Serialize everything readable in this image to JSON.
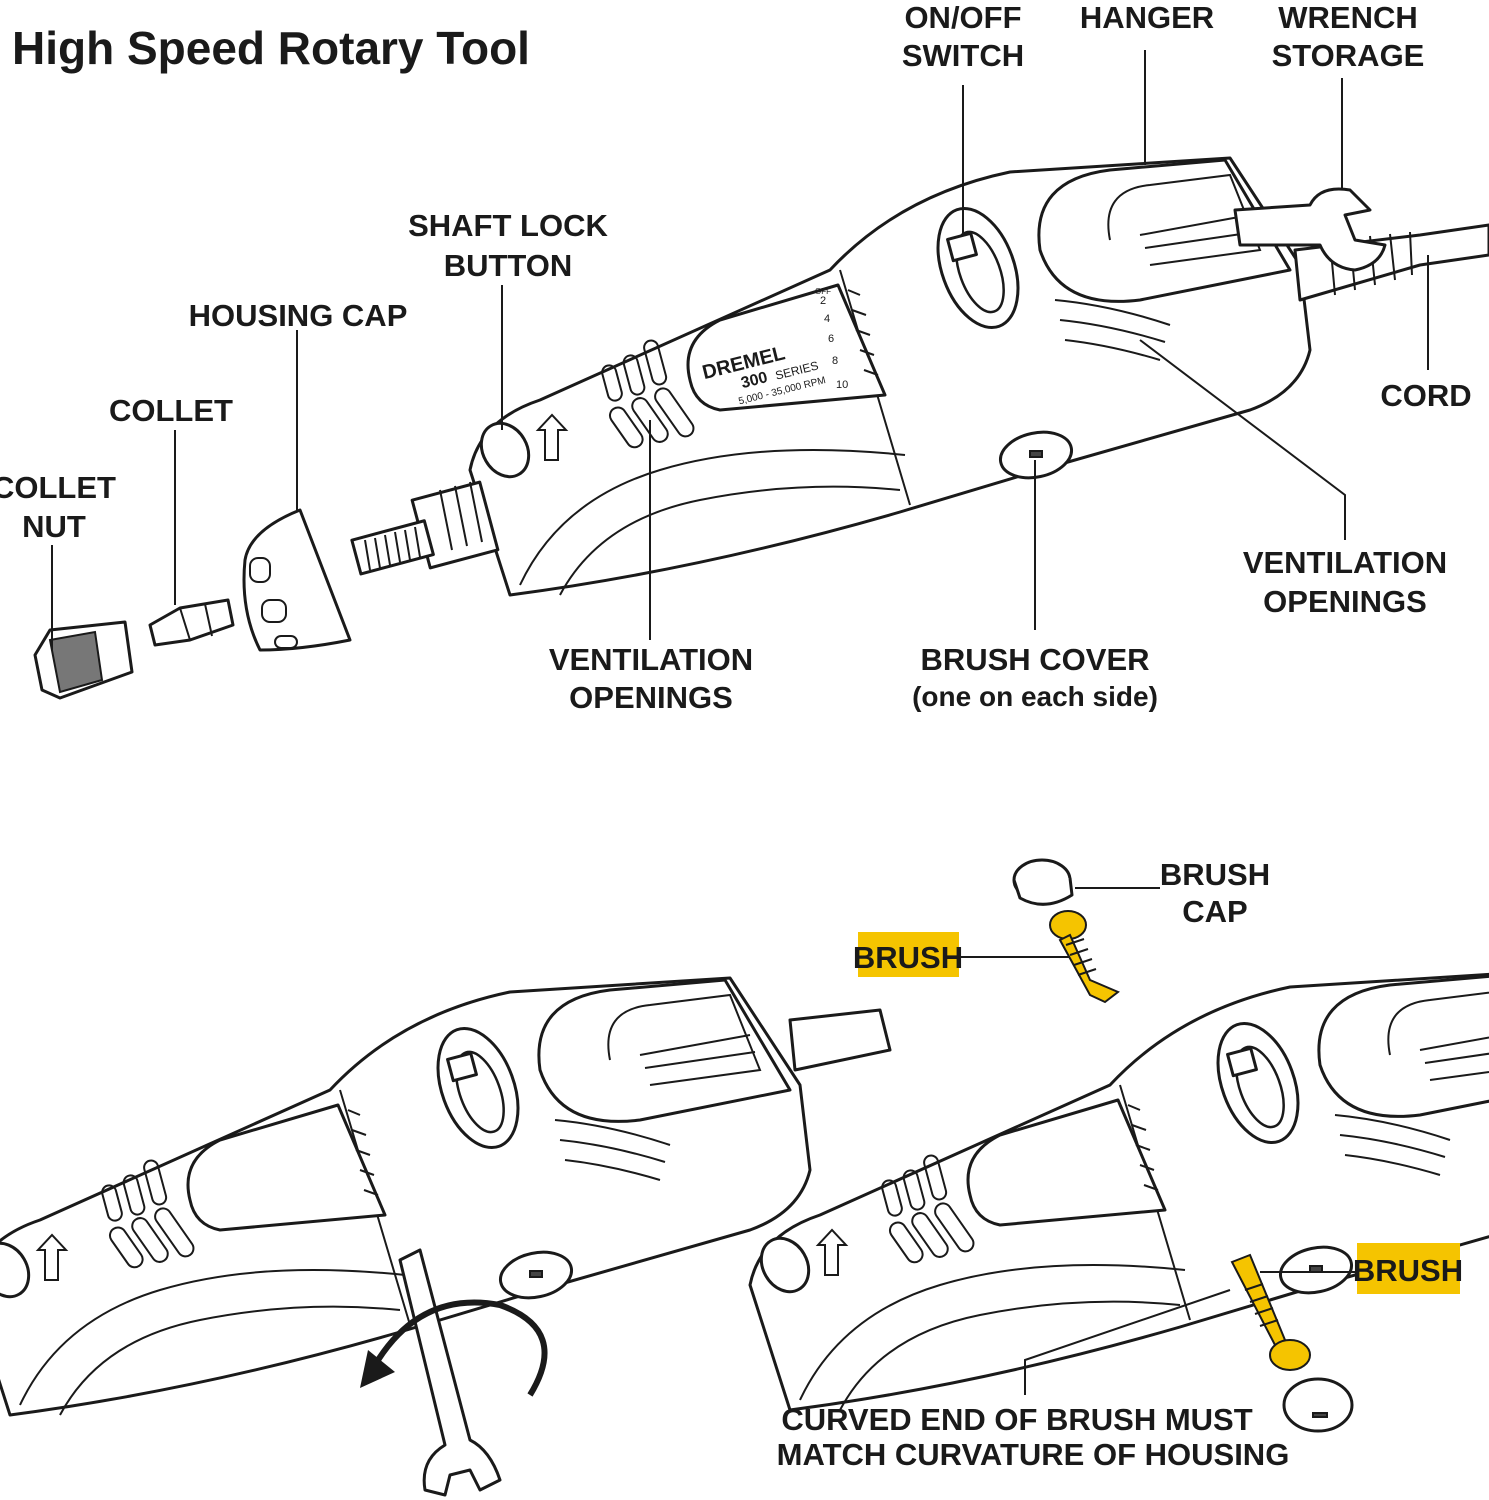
{
  "title": "High Speed Rotary Tool",
  "labels": {
    "on_off_switch": [
      "ON/OFF",
      "SWITCH"
    ],
    "hanger": "HANGER",
    "wrench_storage": [
      "WRENCH",
      "STORAGE"
    ],
    "shaft_lock_button": [
      "SHAFT LOCK",
      "BUTTON"
    ],
    "housing_cap": "HOUSING CAP",
    "collet": "COLLET",
    "collet_nut": [
      "COLLET",
      "NUT"
    ],
    "cord": "CORD",
    "ventilation_openings_right": [
      "VENTILATION",
      "OPENINGS"
    ],
    "ventilation_openings_left": [
      "VENTILATION",
      "OPENINGS"
    ],
    "brush_cover": [
      "BRUSH COVER",
      "(one on each side)"
    ],
    "brush_cap": [
      "BRUSH",
      "CAP"
    ],
    "brush_top": "BRUSH",
    "brush_bottom": "BRUSH",
    "curved_end_note": [
      "CURVED END OF BRUSH MUST",
      "MATCH CURVATURE OF HOUSING"
    ]
  },
  "tool_marking": {
    "brand": "DREMEL",
    "model": "300",
    "series": "SERIES",
    "rpm": "5,000 - 35,000 RPM",
    "speed_dial": [
      "OFF",
      "2",
      "4",
      "6",
      "8",
      "10"
    ]
  },
  "colors": {
    "highlight": "#f5c400",
    "ink": "#1a1a1a"
  }
}
